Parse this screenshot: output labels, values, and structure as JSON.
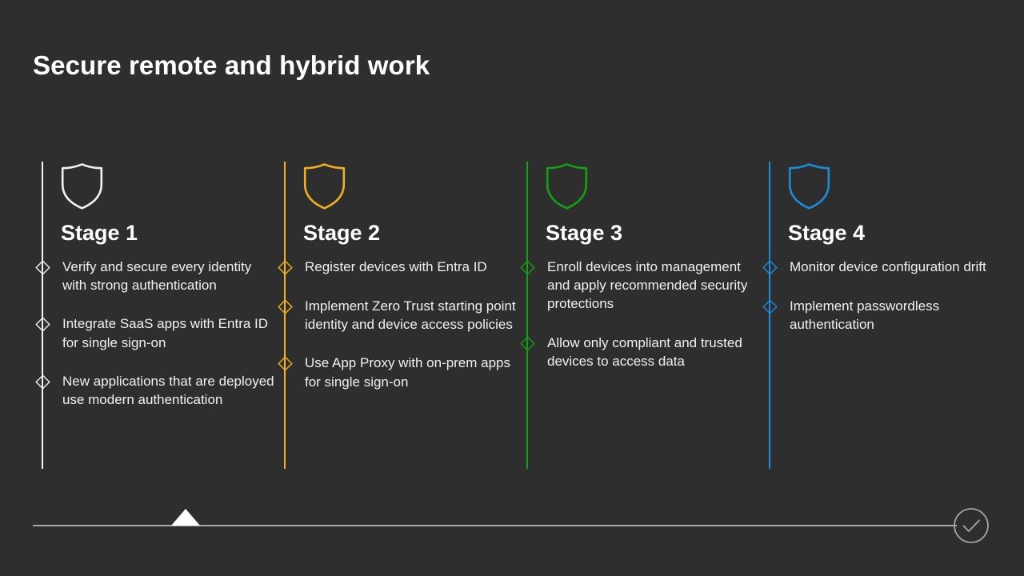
{
  "slide": {
    "title": "Secure remote and hybrid work",
    "background_color": "#2e2e2e",
    "text_color": "#ffffff"
  },
  "stages": [
    {
      "heading": "Stage 1",
      "accent_color": "#f2f2f2",
      "icon": "shield-icon",
      "bullets": [
        "Verify and secure every identity with strong authentication",
        "Integrate SaaS apps with Entra ID for single sign-on",
        "New applications that are deployed use modern authentication"
      ]
    },
    {
      "heading": "Stage 2",
      "accent_color": "#f2b01e",
      "icon": "shield-icon",
      "bullets": [
        "Register devices with Entra ID",
        "Implement Zero Trust starting point identity and device access policies",
        "Use App Proxy with on-prem apps for single sign-on"
      ]
    },
    {
      "heading": "Stage 3",
      "accent_color": "#12a112",
      "icon": "shield-icon",
      "bullets": [
        "Enroll devices into management and apply recommended security protections",
        "Allow only compliant and trusted devices to access data"
      ]
    },
    {
      "heading": "Stage 4",
      "accent_color": "#1a8cd8",
      "icon": "shield-icon",
      "bullets": [
        "Monitor device configuration drift",
        "Implement passwordless authentication"
      ]
    }
  ],
  "progress": {
    "line_color": "#a6a6a6",
    "marker_icon": "triangle-up-marker",
    "end_icon": "check-circle-icon"
  }
}
